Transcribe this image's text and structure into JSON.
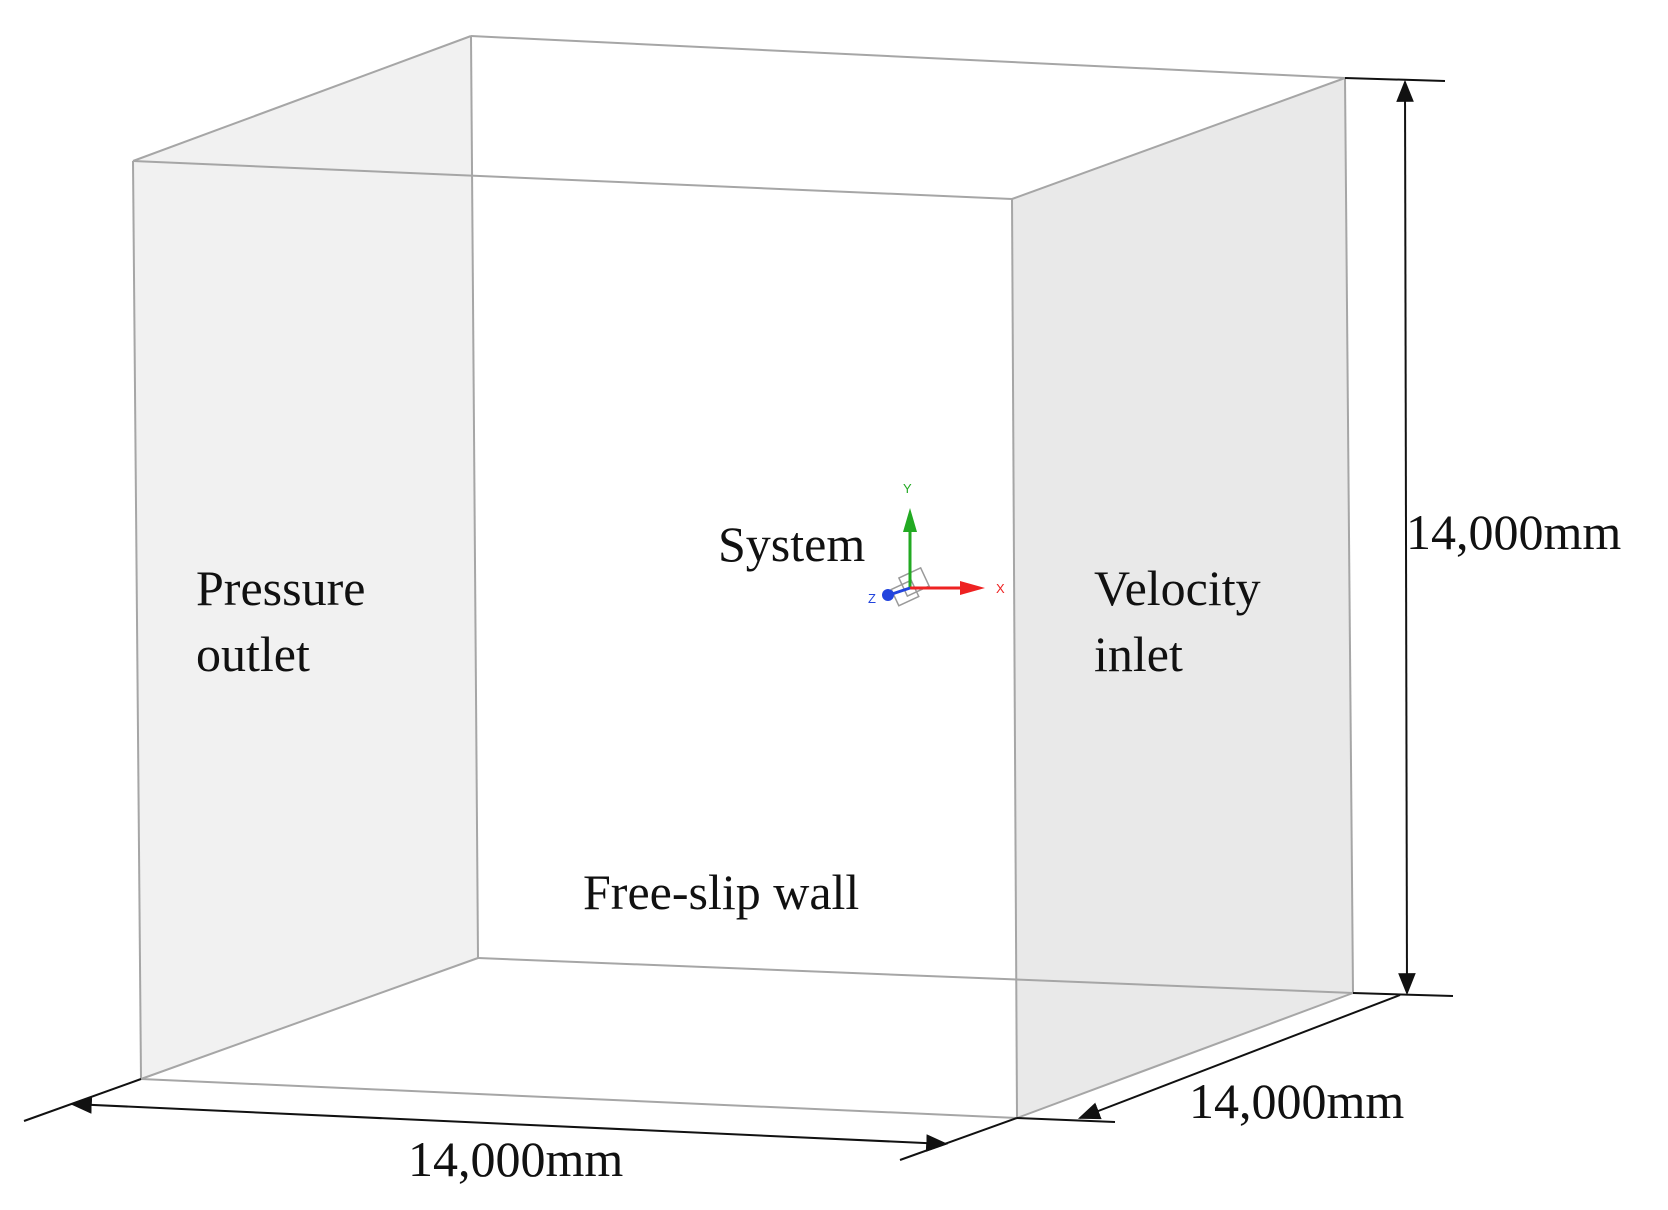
{
  "labels": {
    "pressure_outlet": [
      "Pressure",
      "outlet"
    ],
    "velocity_inlet": [
      "Velocity",
      "inlet"
    ],
    "system": "System",
    "free_slip_wall": "Free-slip wall",
    "dim_height": "14,000mm",
    "dim_depth": "14,000mm",
    "dim_width": "14,000mm"
  },
  "triad": {
    "x": "X",
    "y": "Y",
    "z": "Z"
  },
  "colors": {
    "edge": "#a6a6a6",
    "left_face": "#f1f1f1",
    "right_face": "#e9e9e9",
    "dimension_line": "#111111",
    "axis_x": "#ee2222",
    "axis_y": "#22aa22",
    "axis_z": "#2244dd"
  }
}
